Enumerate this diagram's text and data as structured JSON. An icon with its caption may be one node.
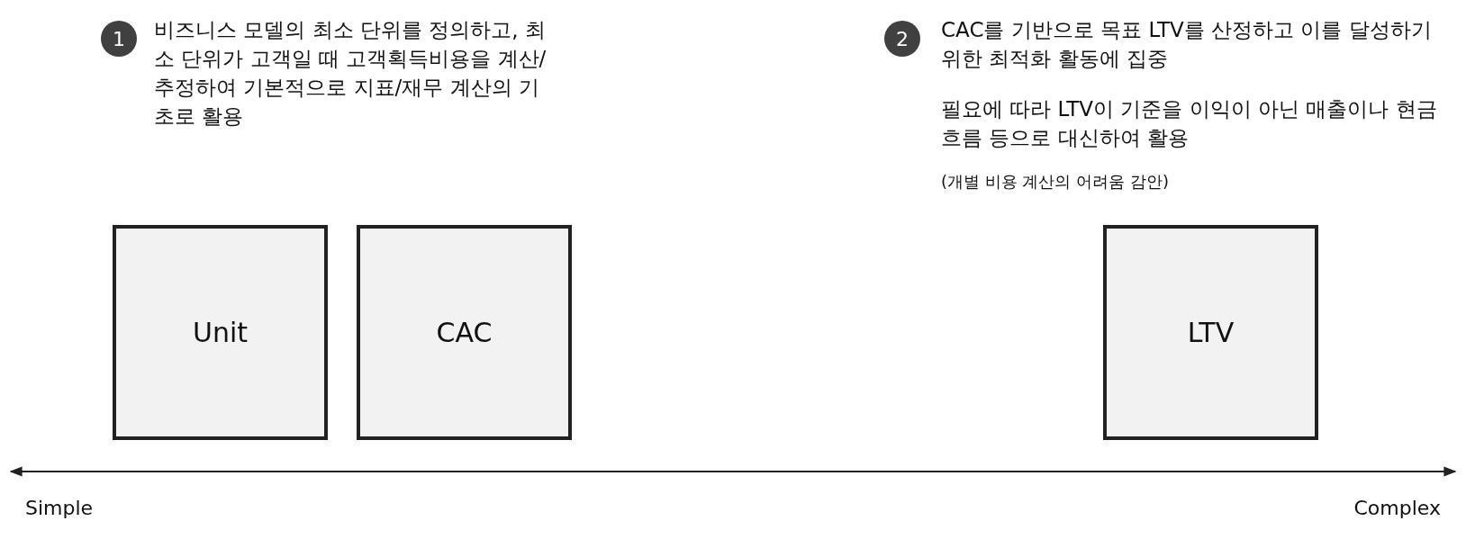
{
  "diagram": {
    "nodes": [
      {
        "text": [
          "1"
        ],
        "beside": [
          "비즈니스 모델의 최소 단위를 정의하고, 최소 단위가 고객일 때 고객획득비용을 계산/추정하여 기본적으로 지표/재무 계산의 기초로 활용"
        ]
      },
      {
        "text": [
          "Unit"
        ]
      },
      {
        "text": [
          "CAC"
        ]
      },
      {
        "text": [
          "2"
        ],
        "beside": [
          "CAC를 기반으로 목표 LTV를 산정하고 이를 달성하기 위한 최적화 활동에 집중",
          "필요에 따라 LTV이 기준을 이익이 아닌 매출이나 현금흐름 등으로 대신하여 활용",
          "(개별 비용 계산의 어려움 감안)"
        ]
      },
      {
        "text": [
          "LTV"
        ]
      }
    ],
    "edges": [],
    "labels": [
      "Simple",
      "Complex"
    ]
  }
}
